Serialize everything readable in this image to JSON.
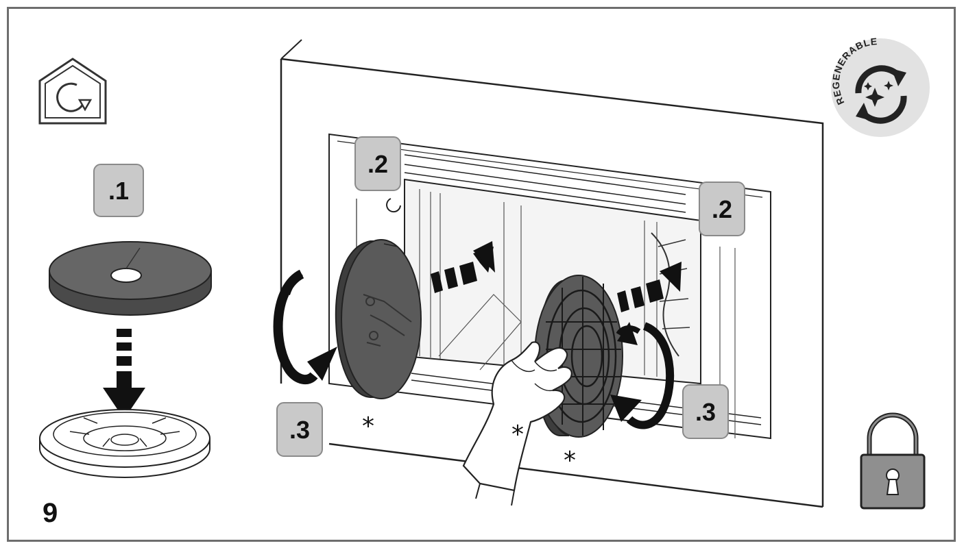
{
  "figure": {
    "number": "9"
  },
  "steps": {
    "step1": ".1",
    "step2_left": ".2",
    "step2_right": ".2",
    "step3_left": ".3",
    "step3_right": ".3"
  },
  "markers": {
    "asterisk": "*"
  },
  "badge": {
    "text": "REGENERABLE"
  },
  "icons": {
    "top_left": "house-rotate-icon",
    "top_right": "regenerable-badge-icon",
    "bottom_right": "padlock-icon"
  },
  "colors": {
    "label_box": "#c9c9c9",
    "filter_dark": "#5a5a5a",
    "line": "#111111",
    "badge_bg": "#e2e2e2"
  }
}
